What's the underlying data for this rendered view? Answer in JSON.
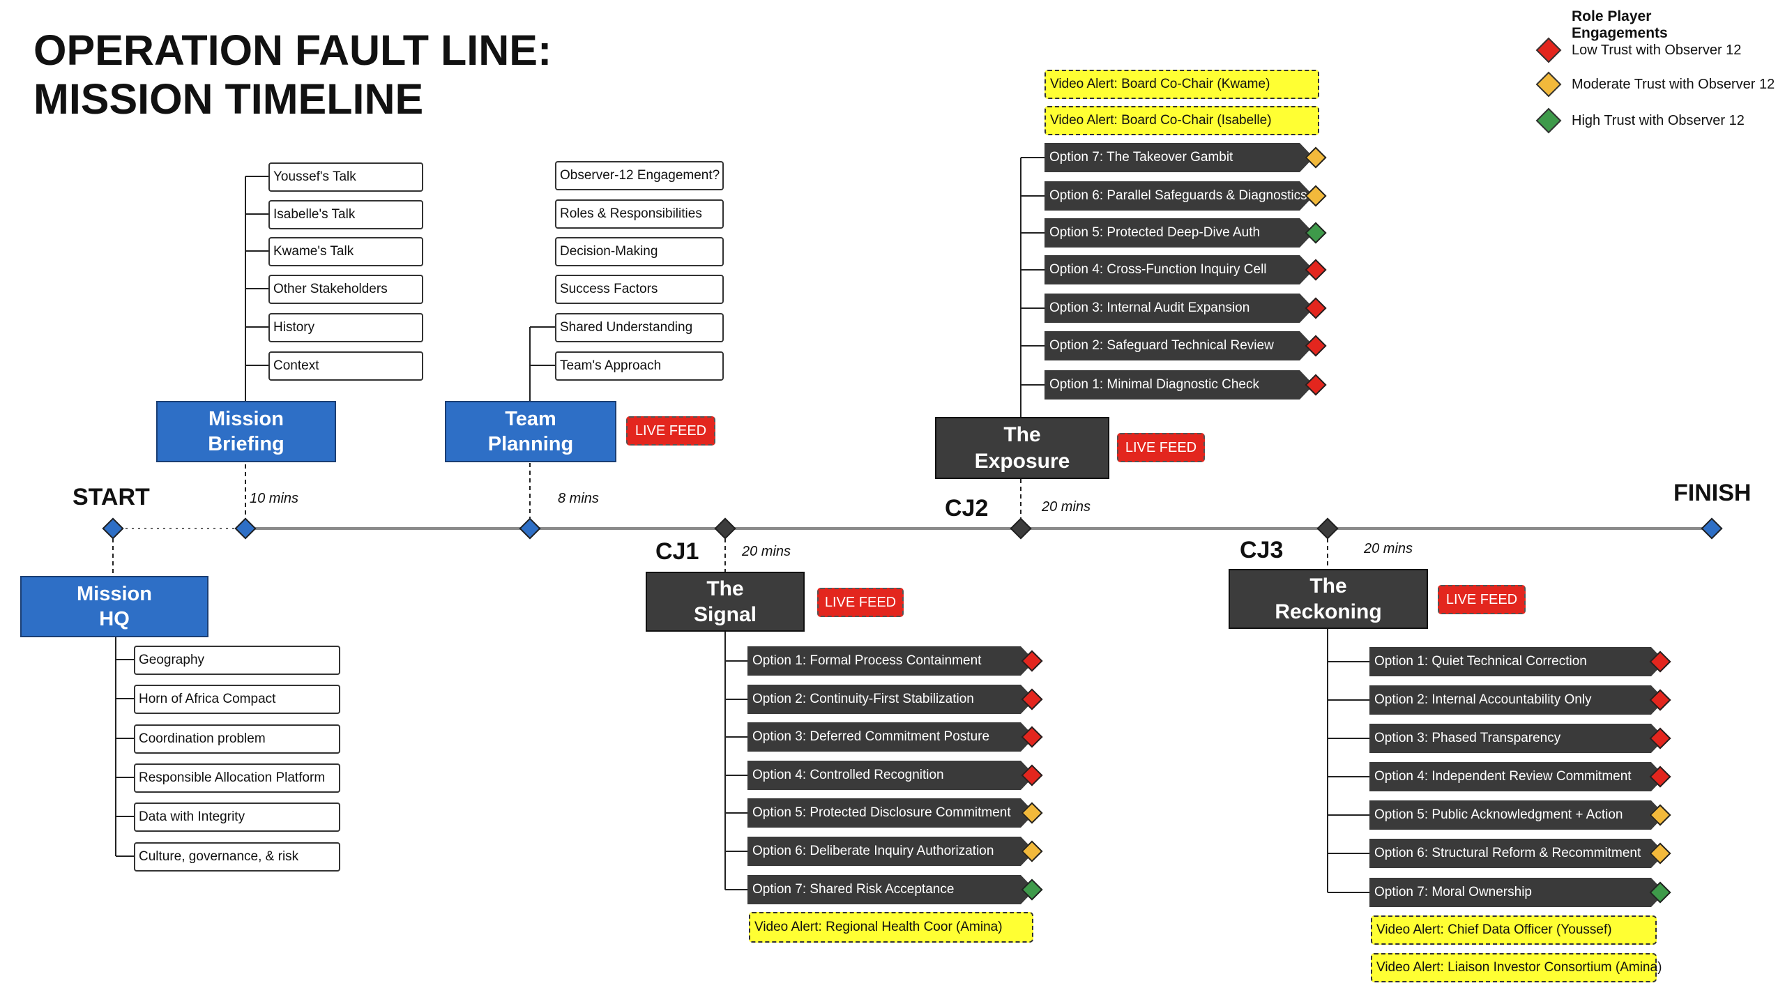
{
  "title": {
    "line1": "OPERATION FAULT LINE:",
    "line2": "MISSION TIMELINE"
  },
  "legend": {
    "title": "Role Player Engagements",
    "items": [
      {
        "label": "Low Trust with Observer 12",
        "color": "#e3261e"
      },
      {
        "label": "Moderate Trust with Observer 12",
        "color": "#f2b93b"
      },
      {
        "label": "High Trust with Observer 12",
        "color": "#3e9a4a"
      }
    ]
  },
  "timeline": {
    "start": "START",
    "finish": "FINISH"
  },
  "colors": {
    "low": "#e3261e",
    "moderate": "#f2b93b",
    "high": "#3e9a4a",
    "blue": "#2e6fc6",
    "dark": "#3c3c3c",
    "alert": "#ffff33"
  },
  "mission_hq": {
    "label": "Mission\nHQ",
    "items": [
      "Geography",
      "Horn of Africa Compact",
      "Coordination problem",
      "Responsible Allocation Platform",
      "Data with Integrity",
      "Culture, governance, & risk"
    ]
  },
  "mission_briefing": {
    "label": "Mission\nBriefing",
    "duration": "10 mins",
    "items": [
      "Youssef's Talk",
      "Isabelle's Talk",
      "Kwame's Talk",
      "Other Stakeholders",
      "History",
      "Context"
    ]
  },
  "team_planning": {
    "label": "Team\nPlanning",
    "duration": "8 mins",
    "live": "LIVE FEED",
    "items": [
      "Observer-12 Engagement?",
      "Roles & Responsibilities",
      "Decision-Making",
      "Success Factors",
      "Shared Understanding",
      "Team's Approach"
    ]
  },
  "cj1": {
    "code": "CJ1",
    "label": "The\nSignal",
    "duration": "20 mins",
    "live": "LIVE FEED",
    "options": [
      {
        "label": "Option 1: Formal Process Containment",
        "trust": "low"
      },
      {
        "label": "Option 2: Continuity-First Stabilization",
        "trust": "low"
      },
      {
        "label": "Option 3: Deferred Commitment Posture",
        "trust": "low"
      },
      {
        "label": "Option 4: Controlled Recognition",
        "trust": "low"
      },
      {
        "label": "Option 5: Protected Disclosure Commitment",
        "trust": "moderate"
      },
      {
        "label": "Option 6: Deliberate Inquiry Authorization",
        "trust": "moderate"
      },
      {
        "label": "Option 7: Shared Risk Acceptance",
        "trust": "high"
      }
    ],
    "alerts": [
      "Video Alert: Regional Health Coor (Amina)"
    ]
  },
  "cj2": {
    "code": "CJ2",
    "label": "The\nExposure",
    "duration": "20 mins",
    "live": "LIVE FEED",
    "alerts": [
      "Video Alert: Board Co-Chair (Kwame)",
      "Video Alert: Board Co-Chair (Isabelle)"
    ],
    "options": [
      {
        "label": "Option 7: The Takeover Gambit",
        "trust": "moderate"
      },
      {
        "label": "Option 6: Parallel Safeguards & Diagnostics",
        "trust": "moderate"
      },
      {
        "label": "Option 5: Protected Deep-Dive Auth",
        "trust": "high"
      },
      {
        "label": "Option 4: Cross-Function Inquiry Cell",
        "trust": "low"
      },
      {
        "label": "Option 3: Internal Audit Expansion",
        "trust": "low"
      },
      {
        "label": "Option 2: Safeguard Technical Review",
        "trust": "low"
      },
      {
        "label": "Option 1: Minimal Diagnostic Check",
        "trust": "low"
      }
    ]
  },
  "cj3": {
    "code": "CJ3",
    "label": "The\nReckoning",
    "duration": "20 mins",
    "live": "LIVE FEED",
    "options": [
      {
        "label": "Option 1: Quiet Technical Correction",
        "trust": "low"
      },
      {
        "label": "Option 2: Internal Accountability Only",
        "trust": "low"
      },
      {
        "label": "Option 3: Phased Transparency",
        "trust": "low"
      },
      {
        "label": "Option 4: Independent Review Commitment",
        "trust": "low"
      },
      {
        "label": "Option 5: Public Acknowledgment + Action",
        "trust": "moderate"
      },
      {
        "label": "Option 6: Structural Reform & Recommitment",
        "trust": "moderate"
      },
      {
        "label": "Option 7: Moral Ownership",
        "trust": "high"
      }
    ],
    "alerts": [
      "Video Alert: Chief Data Officer (Youssef)",
      "Video Alert: Liaison Investor Consortium (Amina)"
    ]
  }
}
